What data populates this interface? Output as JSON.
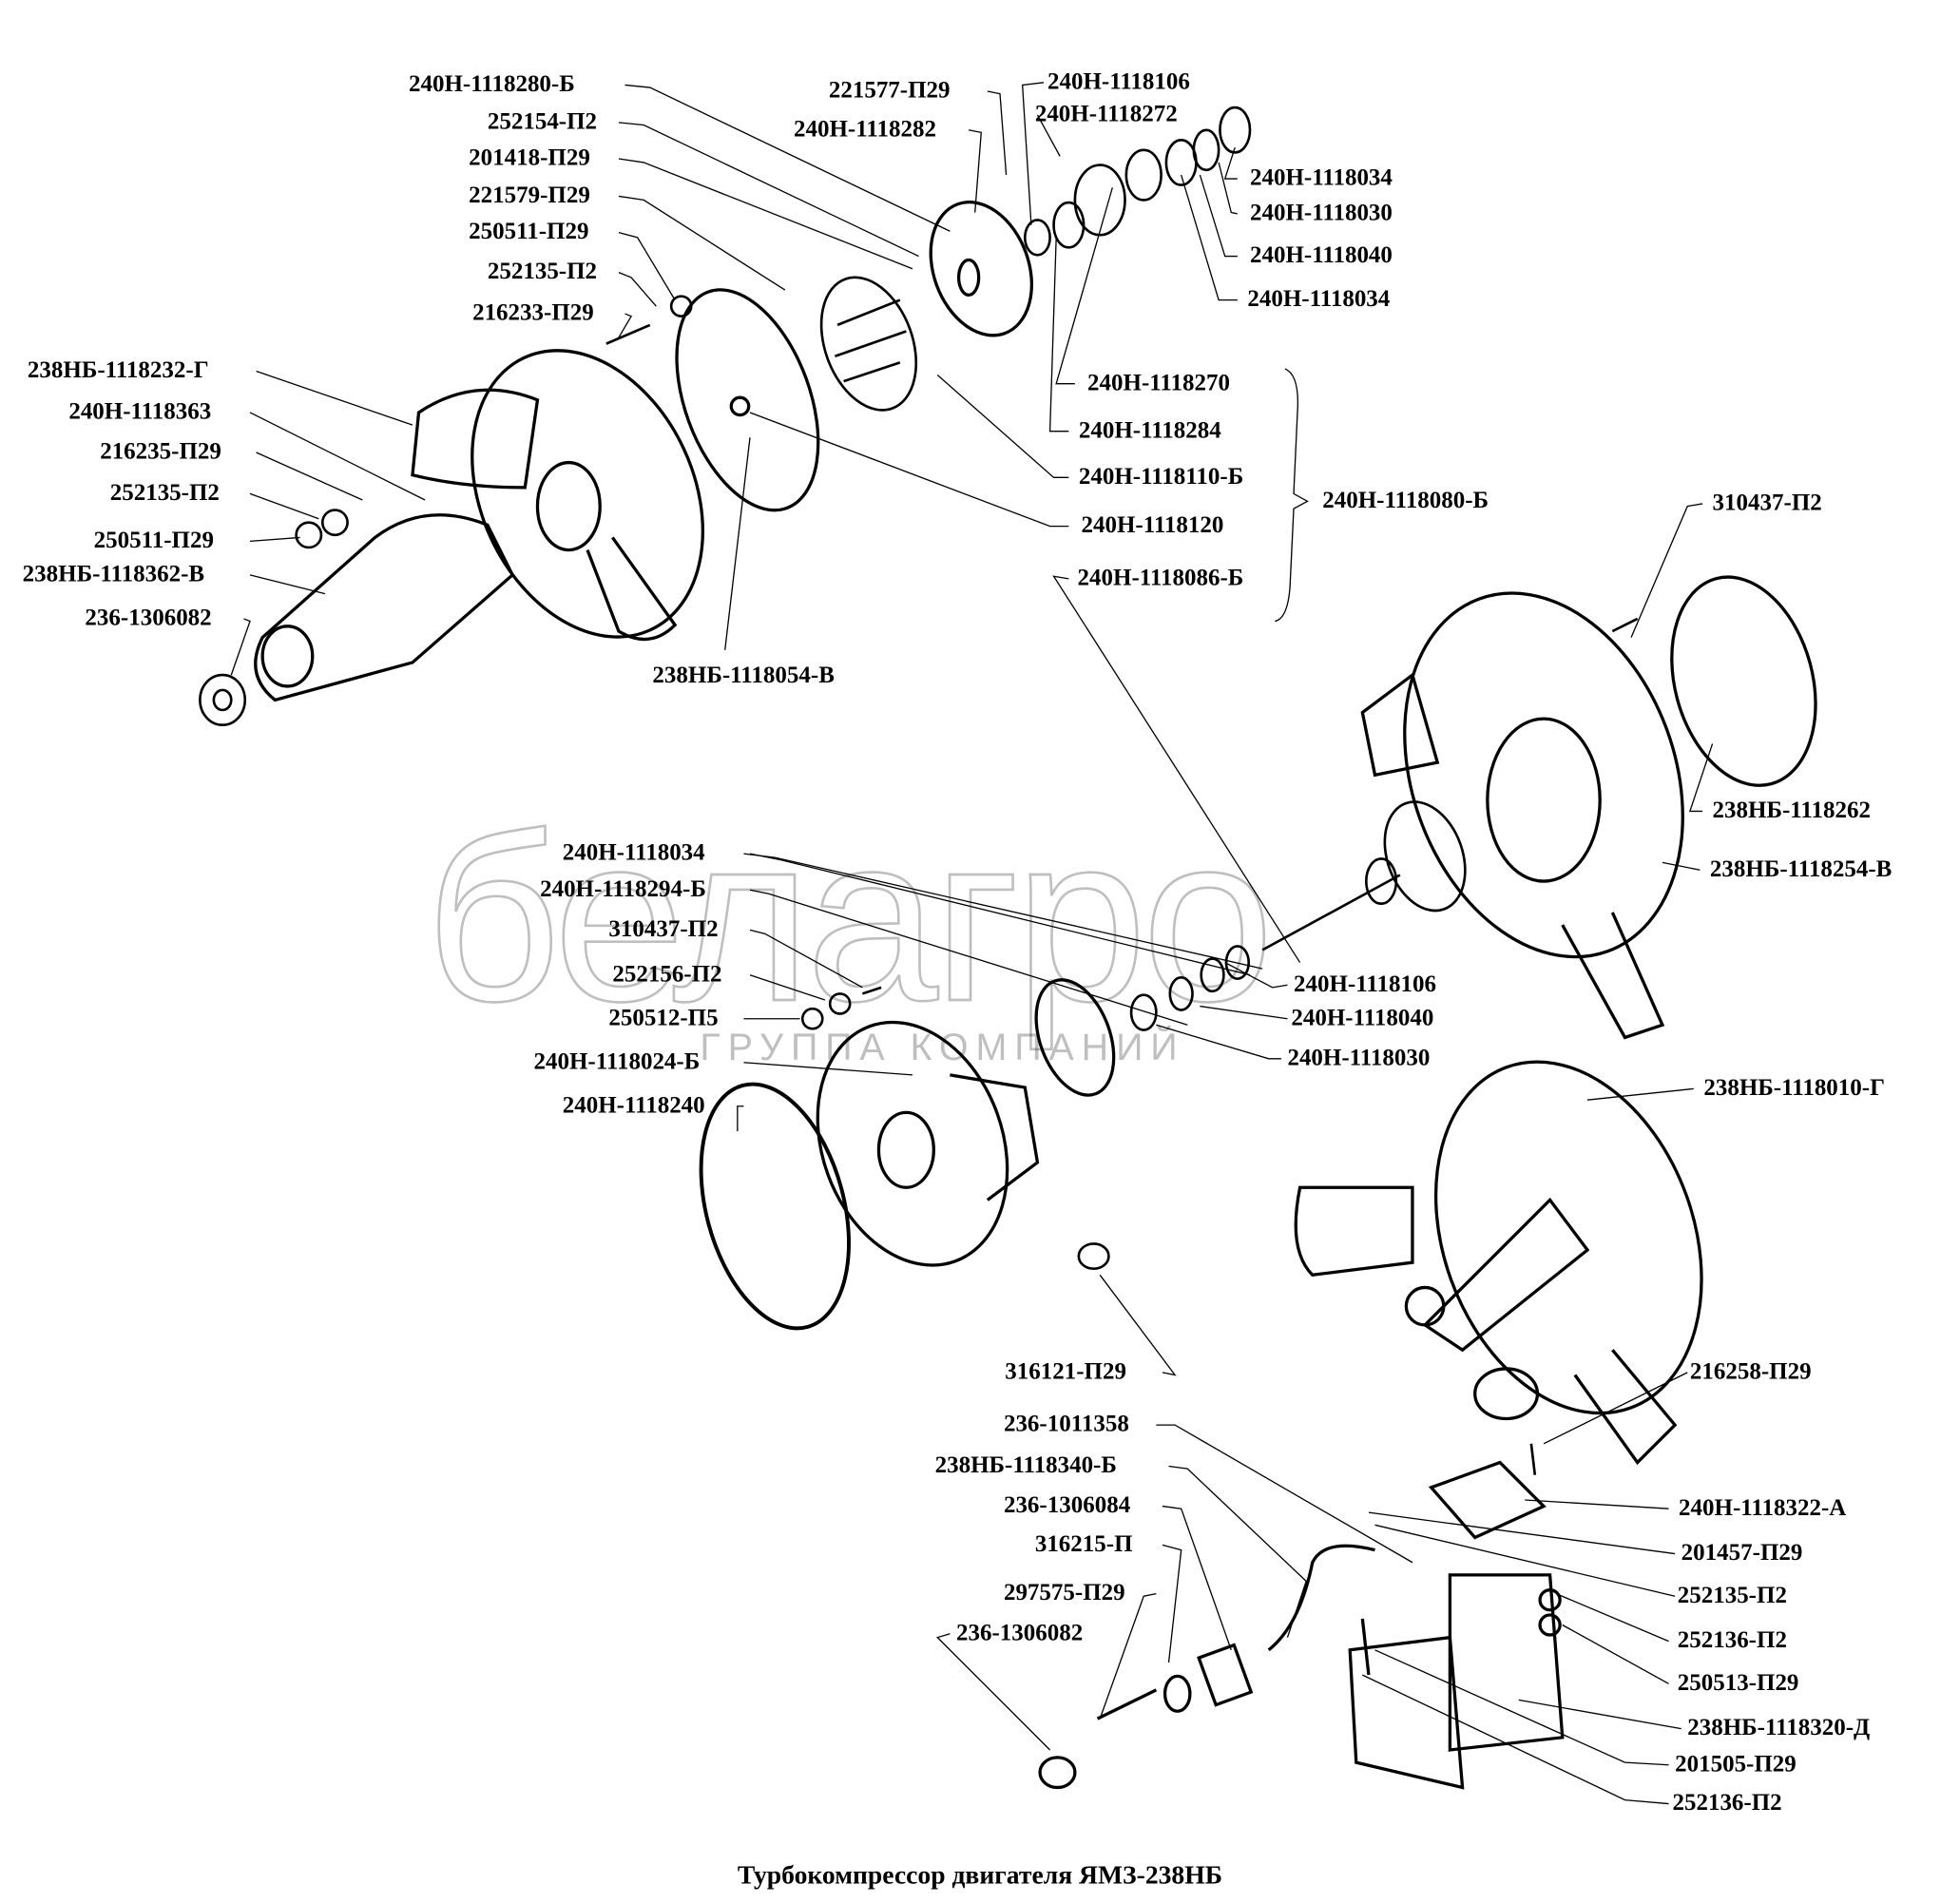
{
  "title": "Турбокомпрессор двигателя ЯМЗ-238НБ",
  "watermark": {
    "brand": "белагро",
    "subtitle": "ГРУППА КОМПАНИЙ"
  },
  "labels": [
    "240Н-1118280-Б",
    "252154-П2",
    "201418-П29",
    "221579-П29",
    "250511-П29",
    "252135-П2",
    "216233-П29",
    "238НБ-1118232-Г",
    "240Н-1118363",
    "216235-П29",
    "252135-П2",
    "250511-П29",
    "238НБ-1118362-В",
    "236-1306082",
    "221577-П29",
    "240Н-1118282",
    "240Н-1118106",
    "240Н-1118272",
    "240Н-1118034",
    "240Н-1118030",
    "240Н-1118040",
    "240Н-1118034",
    "240Н-1118270",
    "240Н-1118284",
    "240Н-1118110-Б",
    "240Н-1118120",
    "240Н-1118086-Б",
    "240Н-1118080-Б",
    "238НБ-1118054-В",
    "310437-П2",
    "238НБ-1118262",
    "238НБ-1118254-В",
    "240Н-1118034",
    "240Н-1118294-Б",
    "310437-П2",
    "252156-П2",
    "250512-П5",
    "240Н-1118024-Б",
    "240Н-1118240",
    "240Н-1118106",
    "240Н-1118040",
    "240Н-1118030",
    "238НБ-1118010-Г",
    "316121-П29",
    "216258-П29",
    "236-1011358",
    "238НБ-1118340-Б",
    "236-1306084",
    "316215-П",
    "297575-П29",
    "236-1306082",
    "240Н-1118322-А",
    "201457-П29",
    "252135-П2",
    "252136-П2",
    "250513-П29",
    "238НБ-1118320-Д",
    "201505-П29",
    "252136-П2"
  ]
}
